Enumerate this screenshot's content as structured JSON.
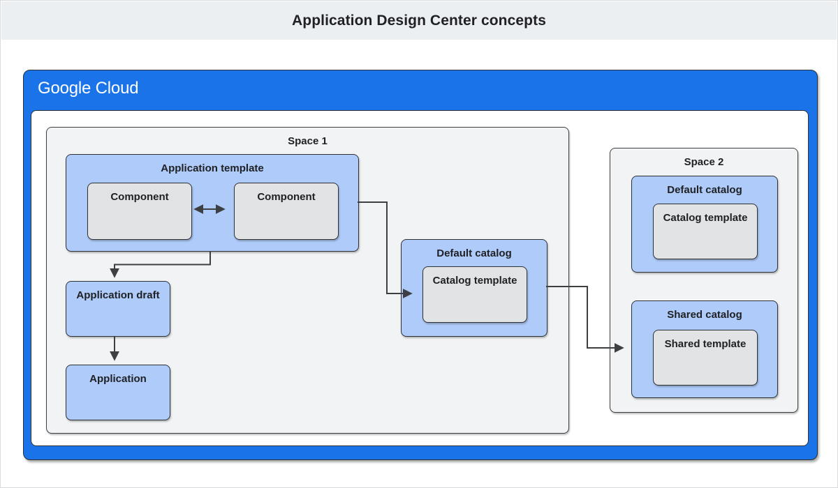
{
  "header": {
    "title": "Application Design Center concepts"
  },
  "brand": {
    "google": "Google",
    "cloud": "Cloud"
  },
  "diagram": {
    "space1": {
      "label": "Space 1",
      "application_template": {
        "label": "Application template",
        "component_left": "Component",
        "component_right": "Component"
      },
      "application_draft": {
        "label": "Application draft"
      },
      "application": {
        "label": "Application"
      },
      "default_catalog": {
        "label": "Default catalog",
        "catalog_template": "Catalog template"
      }
    },
    "space2": {
      "label": "Space 2",
      "default_catalog": {
        "label": "Default catalog",
        "catalog_template": "Catalog template"
      },
      "shared_catalog": {
        "label": "Shared catalog",
        "shared_template": "Shared template"
      }
    },
    "connections": [
      {
        "from": "component-left",
        "to": "component-right",
        "type": "bidirectional"
      },
      {
        "from": "application-template",
        "to": "application-draft",
        "type": "arrow"
      },
      {
        "from": "application-draft",
        "to": "application",
        "type": "arrow"
      },
      {
        "from": "application-template",
        "to": "space1-default-catalog",
        "type": "arrow"
      },
      {
        "from": "space1-default-catalog",
        "to": "space2-shared-catalog",
        "type": "arrow"
      }
    ]
  },
  "colors": {
    "google_blue": "#1a73e8",
    "node_blue": "#aecbfa",
    "node_gray": "#e2e3e5",
    "space_gray": "#f1f3f4",
    "header_gray": "#eceff1",
    "border_dark": "#2d3134",
    "connector": "#3c4043",
    "text": "#202124"
  }
}
